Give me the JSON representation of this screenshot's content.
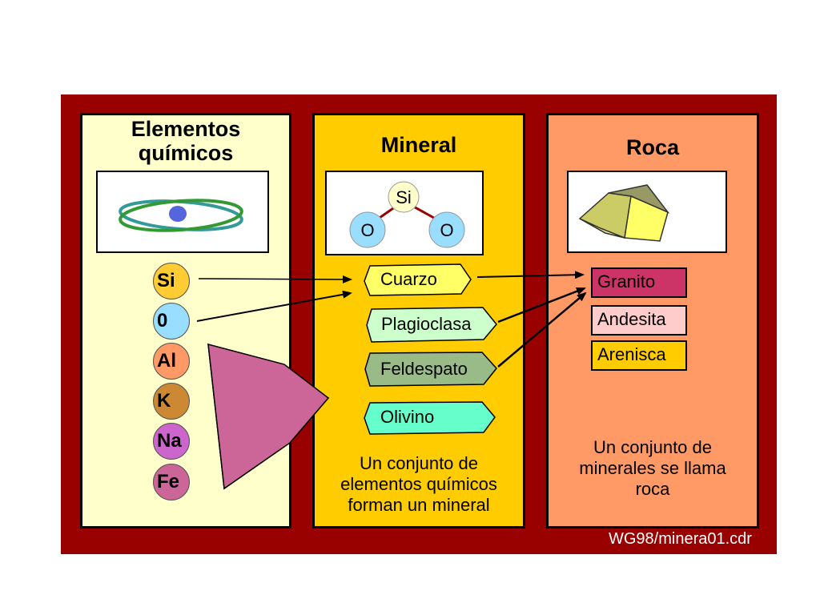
{
  "panels": {
    "elements": {
      "title_line1": "Elementos",
      "title_line2": "químicos",
      "items": [
        {
          "symbol": "Si",
          "color": "#ffcc33"
        },
        {
          "symbol": "0",
          "color": "#99ddff"
        },
        {
          "symbol": "Al",
          "color": "#ff9966"
        },
        {
          "symbol": "K",
          "color": "#cc8833"
        },
        {
          "symbol": "Na",
          "color": "#cc66cc"
        },
        {
          "symbol": "Fe",
          "color": "#cc6699"
        }
      ]
    },
    "mineral": {
      "title": "Mineral",
      "molecule": {
        "center": "Si",
        "left": "O",
        "right": "O"
      },
      "minerals": [
        {
          "name": "Cuarzo",
          "color": "#ffff66"
        },
        {
          "name": "Plagioclasa",
          "color": "#ccffcc"
        },
        {
          "name": "Feldespato",
          "color": "#99bb88"
        },
        {
          "name": "Olivino",
          "color": "#66ffcc"
        }
      ],
      "caption_line1": "Un conjunto de",
      "caption_line2": "elementos químicos",
      "caption_line3": "forman un mineral"
    },
    "rock": {
      "title": "Roca",
      "rocks": [
        {
          "name": "Granito",
          "color": "#cc3366"
        },
        {
          "name": "Andesita",
          "color": "#ffcccc"
        },
        {
          "name": "Arenisca",
          "color": "#ffcc00"
        }
      ],
      "caption_line1": "Un conjunto de",
      "caption_line2": "minerales se llama",
      "caption_line3": "roca"
    }
  },
  "footer": "WG98/minera01.cdr",
  "colors": {
    "frame": "#990000",
    "big_arrow": "#cc6699"
  }
}
